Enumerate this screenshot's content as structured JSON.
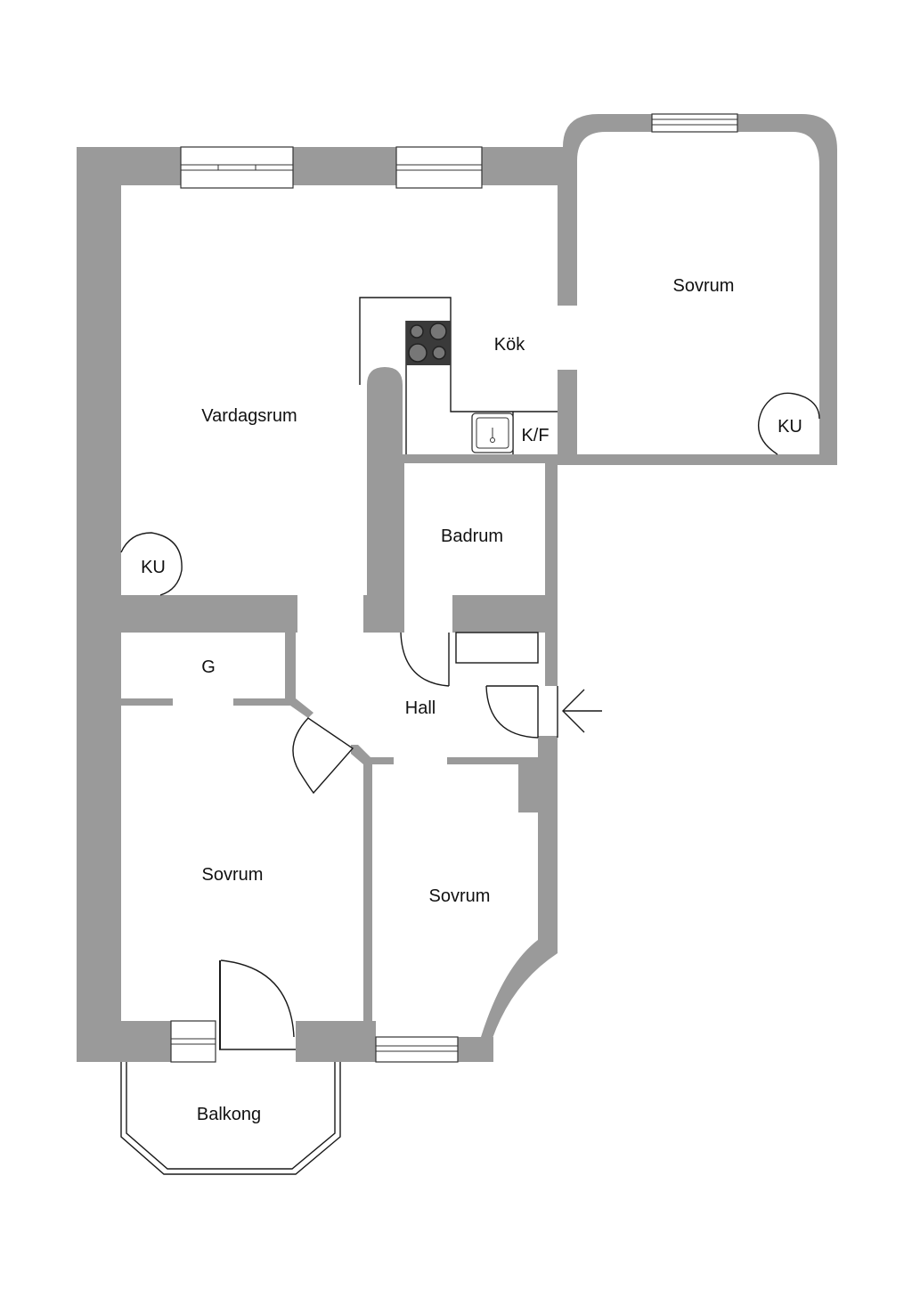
{
  "rooms": {
    "vardagsrum": "Vardagsrum",
    "kok": "Kök",
    "kf": "K/F",
    "sovrum_ne": "Sovrum",
    "ku_ne": "KU",
    "ku_w": "KU",
    "badrum": "Badrum",
    "g": "G",
    "hall": "Hall",
    "sovrum_sw": "Sovrum",
    "sovrum_s": "Sovrum",
    "balkong": "Balkong"
  },
  "colors": {
    "wall": "#9a9a9a",
    "line": "#1a1a1a",
    "stove": "#3a3a3a"
  },
  "icons": [
    "entrance-arrow-icon",
    "stove-icon",
    "sink-icon"
  ]
}
